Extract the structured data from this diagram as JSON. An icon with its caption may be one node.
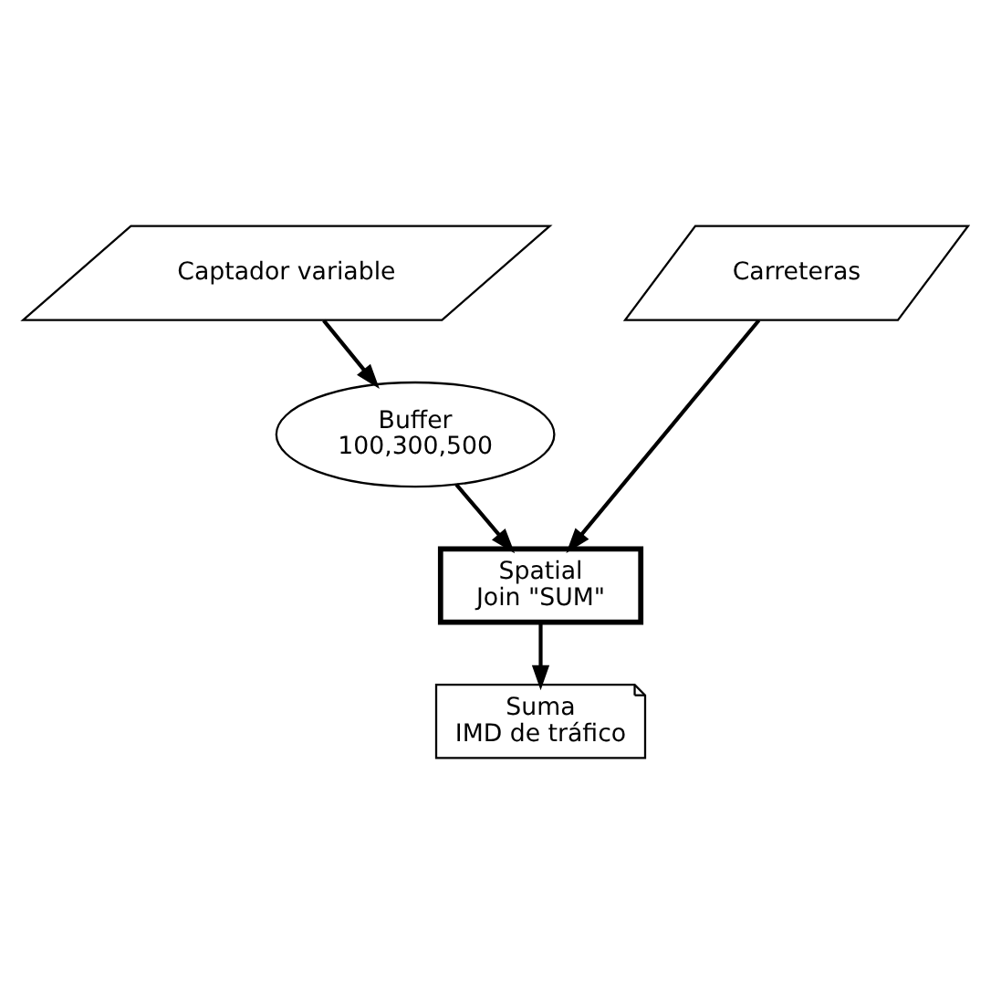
{
  "diagram": {
    "nodes": [
      {
        "text": [
          "Captador variable"
        ]
      },
      {
        "text": [
          "Carreteras"
        ]
      },
      {
        "text": [
          "Buffer 100,300,500"
        ]
      },
      {
        "text": [
          "Spatial Join \"SUM\""
        ]
      },
      {
        "text": [
          "Suma IMD de tráfico"
        ]
      }
    ],
    "edges": [
      {
        "from": 0,
        "to": 2,
        "arrow": "to"
      },
      {
        "from": 2,
        "to": 3,
        "arrow": "to"
      },
      {
        "from": 1,
        "to": 3,
        "arrow": "to"
      },
      {
        "from": 3,
        "to": 4,
        "arrow": "to"
      }
    ]
  }
}
